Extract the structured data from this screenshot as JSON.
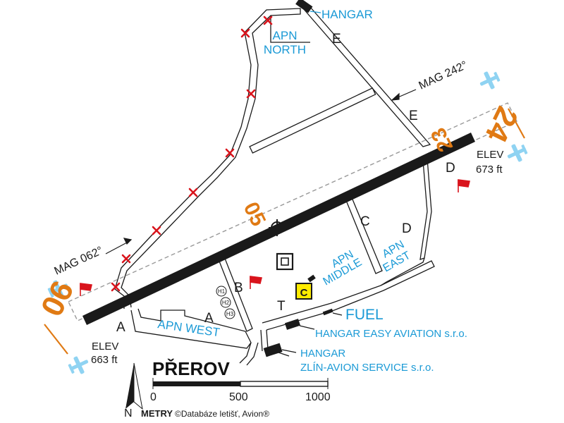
{
  "colors": {
    "runway": "#1a1a1a",
    "taxiway_label": "#1b9ad6",
    "apron_label": "#1b9ad6",
    "runway_number": "#e07a14",
    "obstacle": "#d9141c",
    "plane_icon": "#8fd3f2",
    "parking": "#ffec00"
  },
  "city": "PŘEROV",
  "runway": {
    "numbers": {
      "rwy06": "06",
      "rwy24": "24",
      "rwy05": "05",
      "rwy23": "23"
    },
    "mag_062": "MAG 062°",
    "mag_242": "MAG 242°",
    "elev_west": {
      "label": "ELEV",
      "value": "663 ft"
    },
    "elev_east": {
      "label": "ELEV",
      "value": "673 ft"
    }
  },
  "aprons": {
    "north": {
      "line1": "APN",
      "line2": "NORTH"
    },
    "middle": {
      "line1": "APN",
      "line2": "MIDDLE"
    },
    "east": {
      "line1": "APN",
      "line2": "EAST"
    },
    "west": "APN WEST"
  },
  "taxiways": {
    "A1": "A",
    "A2": "A",
    "B": "B",
    "C": "C",
    "D1": "D",
    "D2": "D",
    "E1": "E",
    "E2": "E",
    "T": "T"
  },
  "helipads": [
    "H1",
    "H2",
    "H3"
  ],
  "parking_c": "C",
  "labels": {
    "hangar_north": "HANGAR",
    "fuel": "FUEL",
    "hangar_easy": "HANGAR EASY AVIATION s.r.o.",
    "hangar_zlin_1": "HANGAR",
    "hangar_zlin_2": "ZLÍN-AVION SERVICE s.r.o."
  },
  "scale": {
    "ticks": [
      "0",
      "500",
      "1000"
    ],
    "unit": "METRY",
    "credit": "©Databáze letišť, Avion®",
    "north": "N"
  }
}
